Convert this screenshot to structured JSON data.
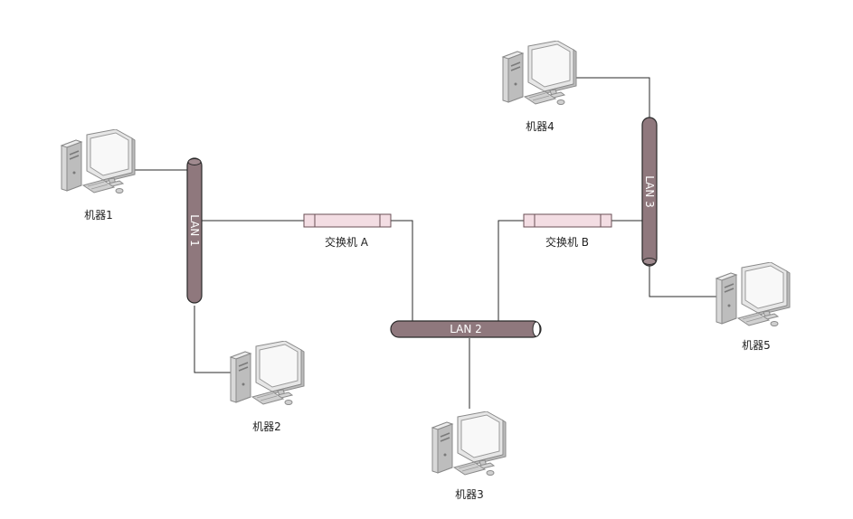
{
  "colors": {
    "lan_fill": "#8f787d",
    "lan_stroke": "#2a2a2a",
    "switch_fill": "#f3dde3",
    "switch_stroke": "#6a4f56",
    "wire": "#2a2a2a",
    "computer": "#cfcfcf"
  },
  "lans": {
    "lan1": {
      "label": "LAN 1"
    },
    "lan2": {
      "label": "LAN 2"
    },
    "lan3": {
      "label": "LAN 3"
    }
  },
  "switches": {
    "a": {
      "label": "交换机 A"
    },
    "b": {
      "label": "交换机 B"
    }
  },
  "machines": {
    "m1": {
      "label": "机器1",
      "icon": "computer-icon"
    },
    "m2": {
      "label": "机器2",
      "icon": "computer-icon"
    },
    "m3": {
      "label": "机器3",
      "icon": "computer-icon"
    },
    "m4": {
      "label": "机器4",
      "icon": "computer-icon"
    },
    "m5": {
      "label": "机器5",
      "icon": "computer-icon"
    }
  }
}
